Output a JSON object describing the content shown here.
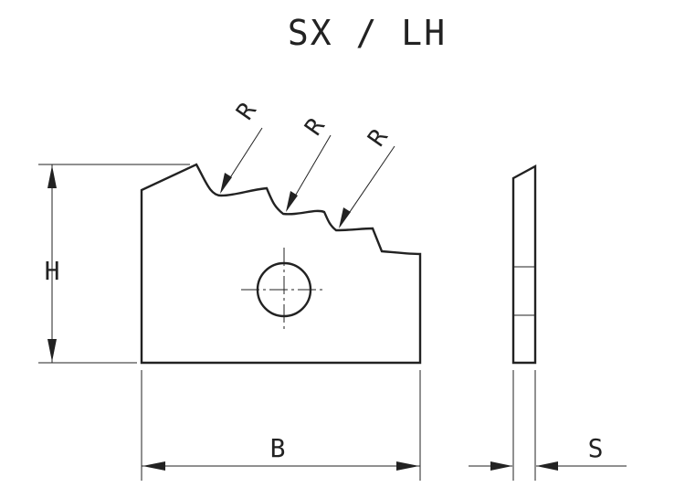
{
  "title": "SX / LH",
  "labels": {
    "height": "H",
    "width": "B",
    "thickness": "S",
    "radius": [
      "R",
      "R",
      "R"
    ]
  }
}
